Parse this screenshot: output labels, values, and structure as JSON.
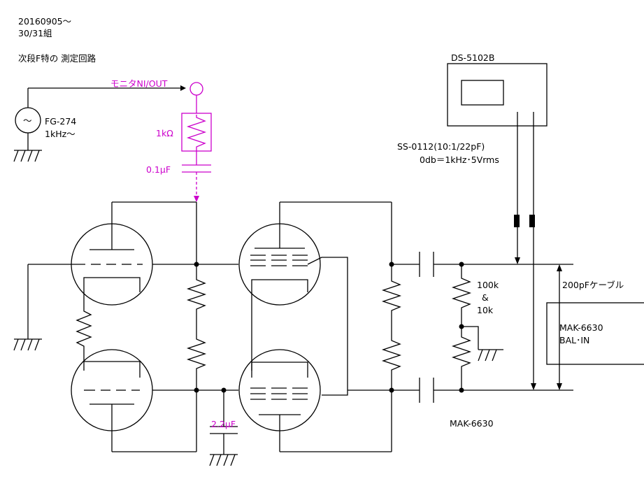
{
  "header": {
    "date": "20160905～",
    "group": "30/31組",
    "title": "次段F特の 測定回路"
  },
  "generator": {
    "symbol": "～",
    "model": "FG-274",
    "freq": "1kHz～"
  },
  "monitor": {
    "label": "モニタNI/OUT",
    "resistor": "1kΩ",
    "capacitor": "0.1μF"
  },
  "scope": {
    "model": "DS-5102B",
    "probe": "SS-0112(10:1/22pF)",
    "reference": "0db＝1kHz･5Vrms"
  },
  "load": {
    "resistor": [
      "100k",
      "&",
      "10k"
    ],
    "cable": "200pFケーブル",
    "device": [
      "MAK-6630",
      "BAL･IN"
    ],
    "device_label": "MAK-6630"
  },
  "bypass": {
    "capacitor": "2.2μF"
  },
  "colors": {
    "wire": "#000000",
    "monitor": "#cc00cc"
  }
}
